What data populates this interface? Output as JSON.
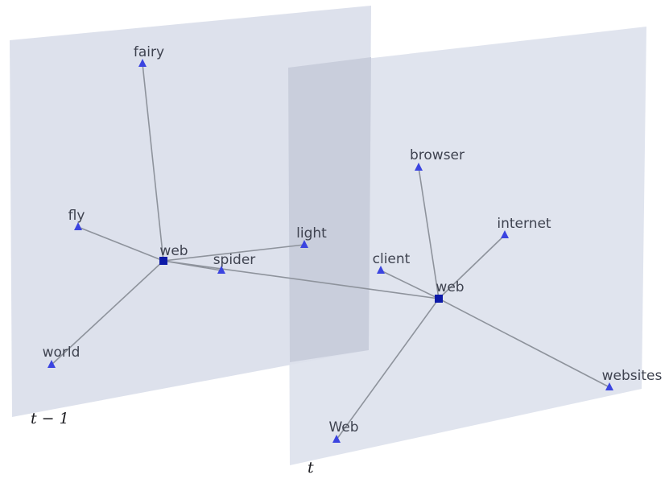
{
  "time_labels": {
    "prev": "t − 1",
    "curr": "t"
  },
  "plane_prev": {
    "center": "web",
    "words": [
      "fairy",
      "fly",
      "world",
      "light",
      "spider"
    ]
  },
  "plane_curr": {
    "center": "web",
    "words": [
      "browser",
      "internet",
      "client",
      "websites",
      "Web"
    ]
  },
  "colors": {
    "plane": "#dde1ec",
    "overlap": "#c9cedc",
    "edge": "#8e939c",
    "word_node": "#3b44e0",
    "center_node": "#0d1aa8"
  }
}
